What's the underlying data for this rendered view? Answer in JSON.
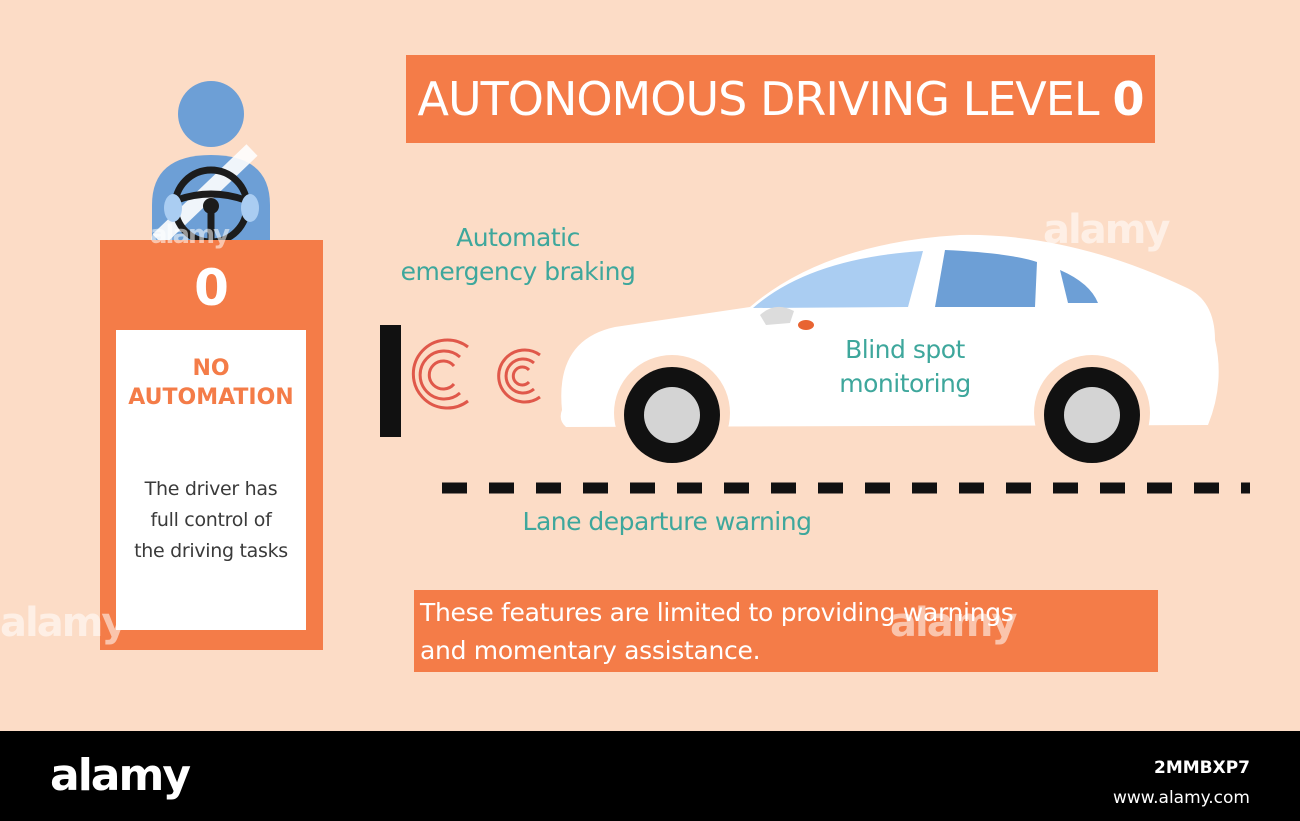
{
  "title": {
    "text": "AUTONOMOUS DRIVING LEVEL",
    "level": "0"
  },
  "level_card": {
    "number": "0",
    "name_line1": "NO",
    "name_line2": "AUTOMATION",
    "description_lines": [
      "The driver has",
      "full control of",
      "the driving tasks"
    ]
  },
  "features": {
    "aeb_line1": "Automatic",
    "aeb_line2": "emergency braking",
    "bsm_line1": "Blind spot",
    "bsm_line2": "monitoring",
    "ldw": "Lane departure warning"
  },
  "note": {
    "line1": "These features are limited to providing warnings",
    "line2": "and momentary assistance."
  },
  "watermark": "alamy",
  "footer": {
    "logo": "alamy",
    "image_id": "2MMBXP7",
    "site": "www.alamy.com"
  },
  "icons": [
    "driver-icon",
    "seatbelt-icon",
    "steering-wheel-icon",
    "car-icon",
    "sensor-wave-icon",
    "obstacle-bar-icon",
    "lane-marking-icon"
  ],
  "colors": {
    "background": "#fcdcc6",
    "accent": "#f47c48",
    "feature_text": "#3ea79c",
    "driver": "#6d9fd6",
    "car_window": "#aacdf2",
    "sensor_wave": "#e0584a"
  }
}
